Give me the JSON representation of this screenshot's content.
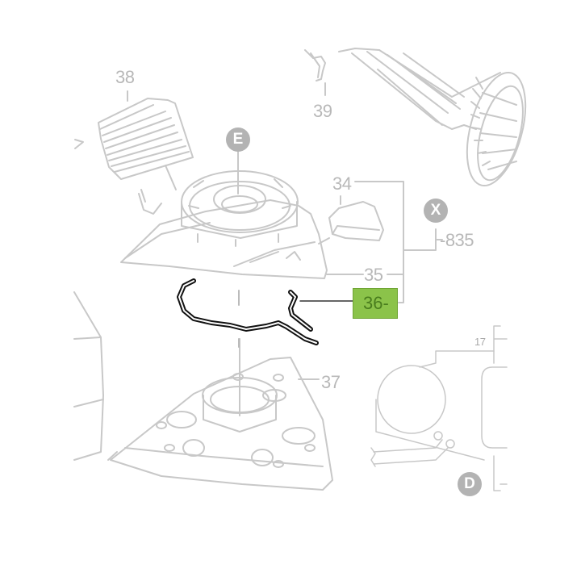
{
  "diagram": {
    "type": "exploded-parts-diagram",
    "highlight_color": "#8bc34a",
    "line_color": "#c4c4c4",
    "label_color": "#b8b8b8",
    "part_labels": [
      {
        "id": "38",
        "text": "38"
      },
      {
        "id": "39",
        "text": "39"
      },
      {
        "id": "34",
        "text": "34"
      },
      {
        "id": "835",
        "text": "-835"
      },
      {
        "id": "35",
        "text": "35"
      },
      {
        "id": "36",
        "text": "36-",
        "highlighted": true
      },
      {
        "id": "37",
        "text": "37"
      },
      {
        "id": "17",
        "text": "17"
      }
    ],
    "callouts": [
      {
        "id": "E",
        "text": "E"
      },
      {
        "id": "X",
        "text": "X"
      },
      {
        "id": "D",
        "text": "D"
      }
    ]
  }
}
